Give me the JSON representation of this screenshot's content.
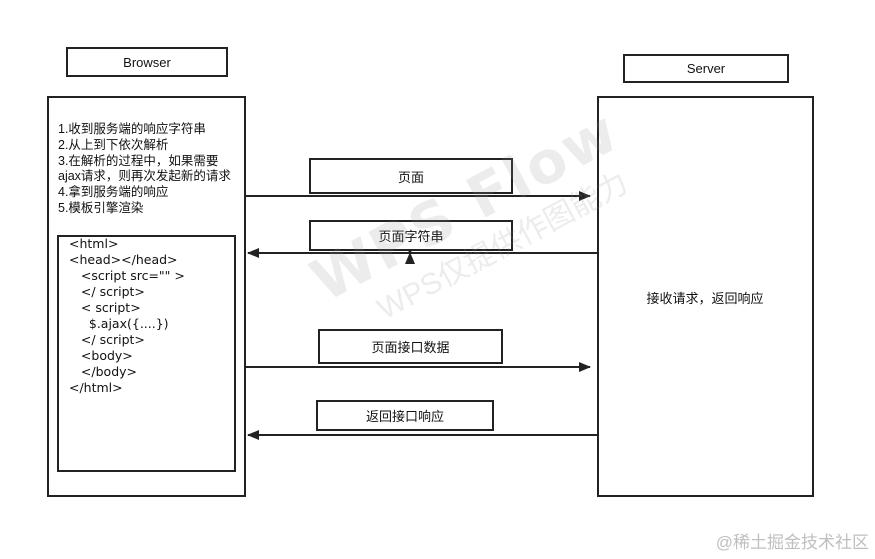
{
  "browser": {
    "title": "Browser",
    "steps": [
      "1.收到服务端的响应字符串",
      "2.从上到下依次解析",
      "3.在解析的过程中，如果需要ajax请求，则再次发起新的请求",
      "4.拿到服务端的响应",
      "5.模板引擎渲染"
    ],
    "code_lines": [
      "<html>",
      "<head></head>",
      "   <script src=\"\" >",
      "   </ script>",
      "   < script>",
      "     $.ajax({....})",
      "   </ script>",
      "   <body>",
      "   </body>",
      "</html>"
    ]
  },
  "server": {
    "title": "Server",
    "text": "接收请求，返回响应"
  },
  "messages": [
    {
      "label": "页面",
      "direction": "to-server"
    },
    {
      "label": "页面字符串",
      "direction": "to-browser"
    },
    {
      "label": "页面接口数据",
      "direction": "to-server"
    },
    {
      "label": "返回接口响应",
      "direction": "to-browser"
    }
  ],
  "watermark": {
    "main": "WPS Flow",
    "sub": "WPS仅提供作图能力"
  },
  "credit": "@稀土掘金技术社区"
}
